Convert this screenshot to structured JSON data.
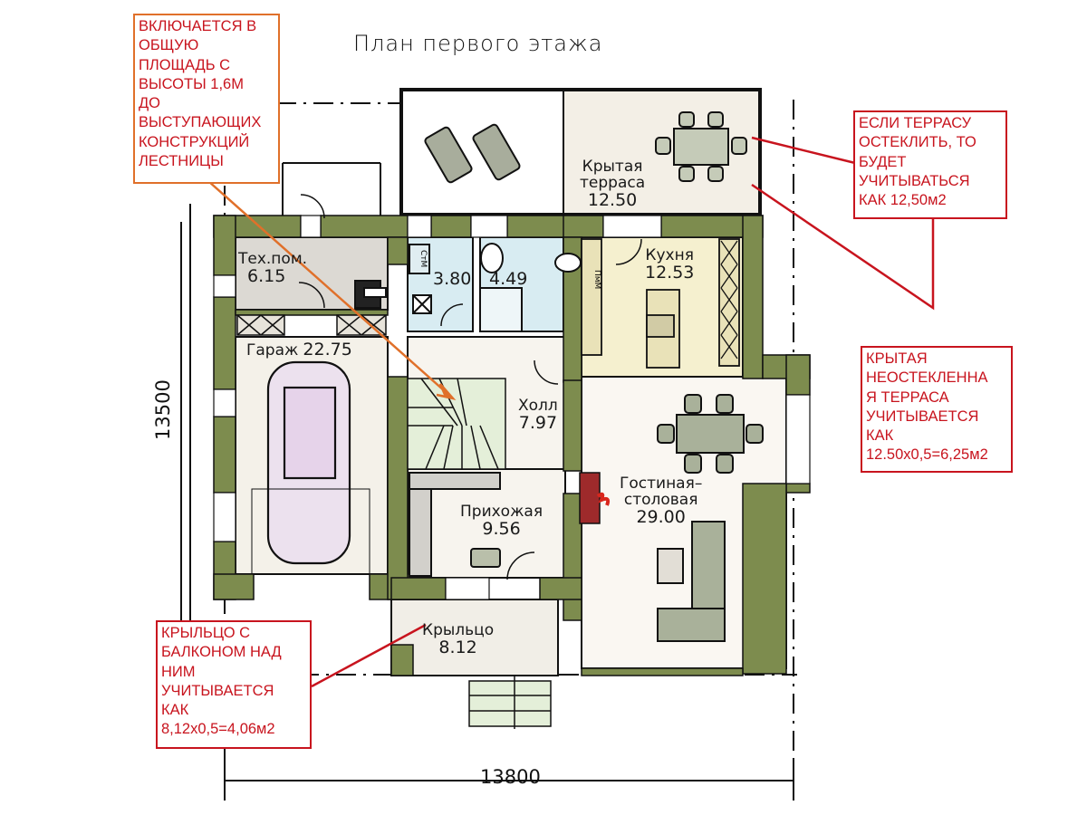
{
  "title": "План первого этажа",
  "dimensions": {
    "width_mm": "13800",
    "height_mm": "13500"
  },
  "rooms": {
    "tech": {
      "name": "Тех.пом.",
      "area": "6.15"
    },
    "garage": {
      "name": "Гараж",
      "area": "22.75"
    },
    "bath1": {
      "name": "",
      "area": "3.80",
      "fixture_label": "СтМ"
    },
    "bath2": {
      "name": "",
      "area": "4.49"
    },
    "kitchen": {
      "name": "Кухня",
      "area": "12.53",
      "fixture_label": "ПмМ"
    },
    "terrace": {
      "name_line1": "Крытая",
      "name_line2": "терраса",
      "area": "12.50"
    },
    "hall": {
      "name": "Холл",
      "area": "7.97"
    },
    "entry": {
      "name": "Прихожая",
      "area": "9.56"
    },
    "living": {
      "name_line1": "Гостиная–",
      "name_line2": "столовая",
      "area": "29.00"
    },
    "porch": {
      "name": "Крыльцо",
      "area": "8.12"
    }
  },
  "notes": {
    "stairs": [
      "ВКЛЮЧАЕТСЯ В",
      "ОБЩУЮ",
      "ПЛОЩАДЬ С",
      "ВЫСОТЫ 1,6М",
      "ДО",
      "ВЫСТУПАЮЩИХ",
      "КОНСТРУКЦИЙ",
      "ЛЕСТНИЦЫ"
    ],
    "terrace_glazed": [
      "ЕСЛИ ТЕРРАСУ",
      "ОСТЕКЛИТЬ, ТО",
      "БУДЕТ",
      "УЧИТЫВАТЬСЯ",
      "КАК 12,50м2"
    ],
    "terrace_open": [
      "КРЫТАЯ",
      "НЕОСТЕКЛЕННА",
      "Я ТЕРРАСА",
      "УЧИТЫВАЕТСЯ",
      "КАК",
      "12.50х0,5=6,25м2"
    ],
    "porch": [
      "КРЫЛЬЦО С",
      "БАЛКОНОМ НАД",
      "НИМ",
      "УЧИТЫВАЕТСЯ",
      "КАК",
      "8,12х0,5=4,06м2"
    ]
  },
  "colors": {
    "wall": "#7d8c4e",
    "note_red": "#c8141e",
    "note_orange": "#e0702a",
    "bath_fill": "#d8ecf2",
    "kitchen_fill": "#f5f0cf",
    "floor_fill": "#f7f4ee",
    "tech_fill": "#dcd9d3",
    "stair_fill": "#e4efd9"
  }
}
